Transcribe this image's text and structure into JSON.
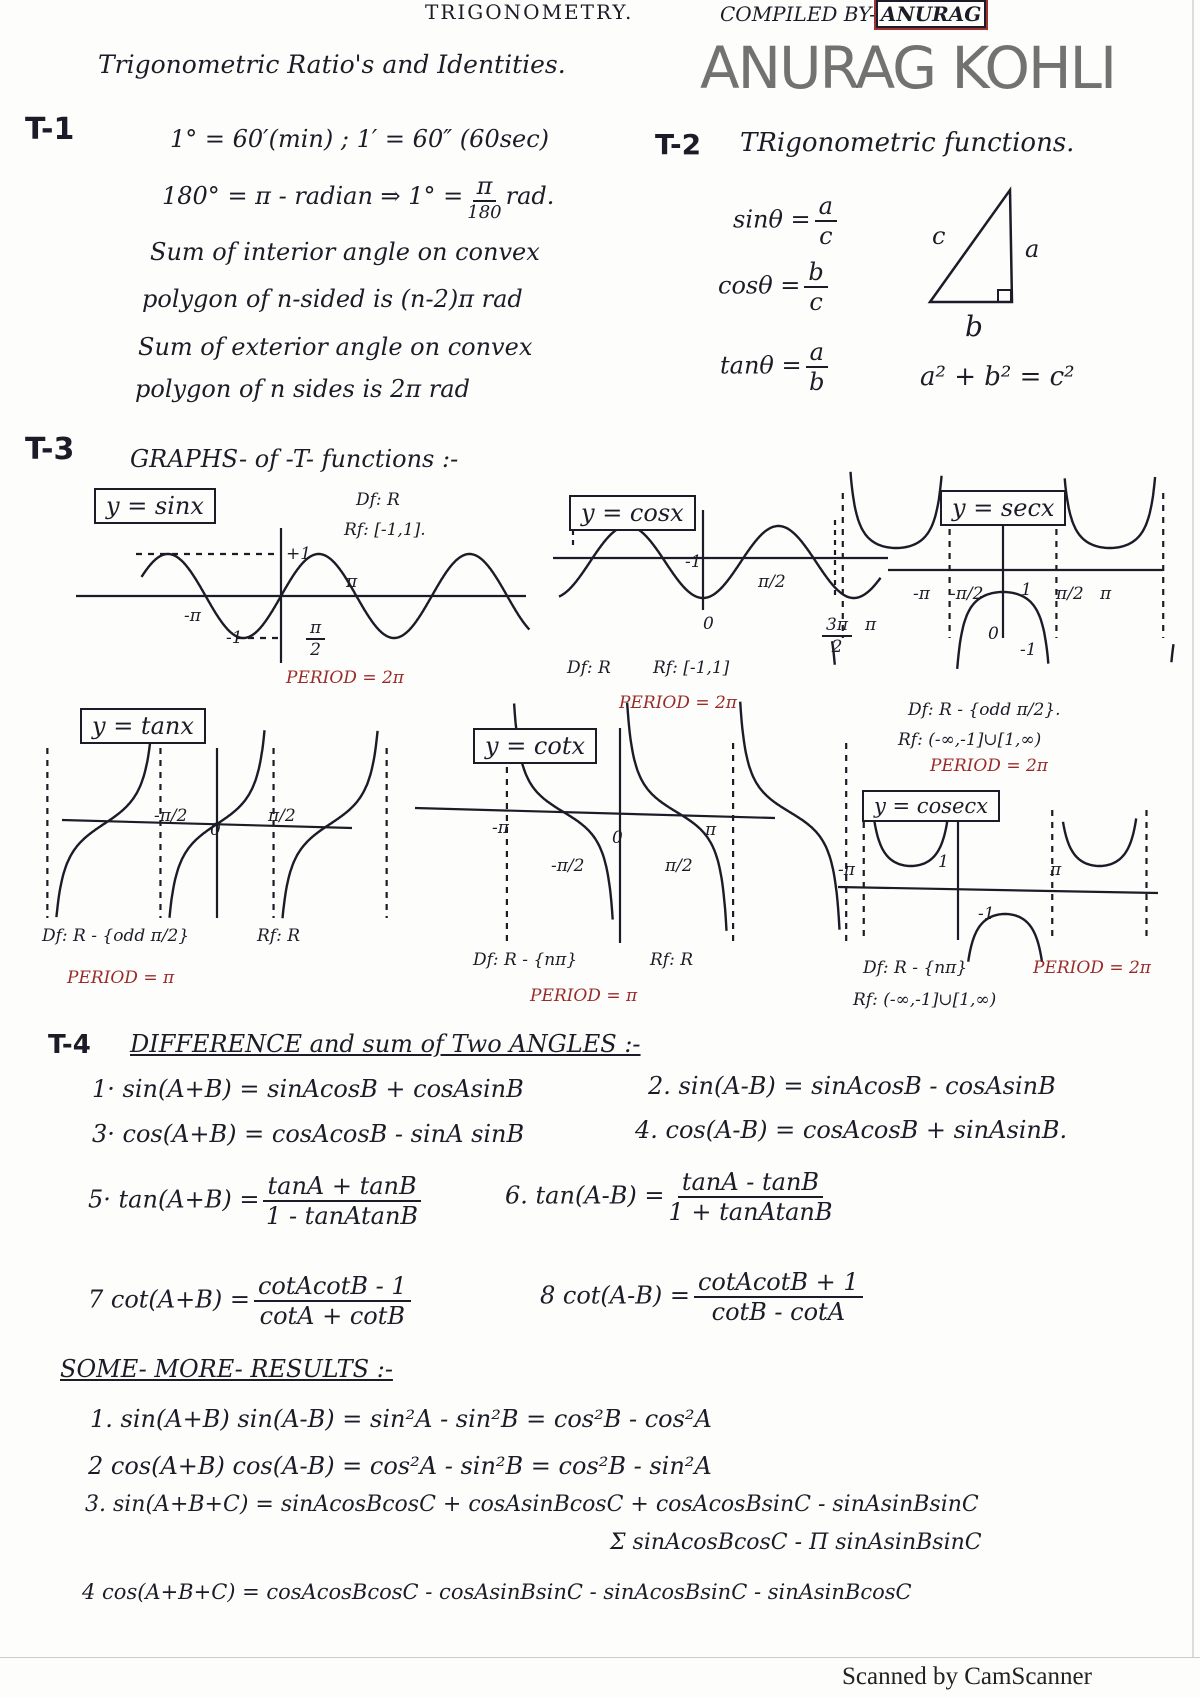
{
  "header": {
    "title": "TRIGONOMETRY.",
    "compiled_by_label": "COMPILED BY-",
    "compiled_by_name": "ANURAG",
    "watermark": "ANURAG KOHLI",
    "subtitle": "Trigonometric Ratio's and Identities."
  },
  "t1": {
    "label": "T-1",
    "line1": "1° = 60′(min) ; 1′ = 60″ (60sec)",
    "line2_a": "180° = π - radian ⇒ 1° =",
    "line2_num": "π",
    "line2_den": "180",
    "line2_b": "rad.",
    "line3": "Sum of interior angle on convex",
    "line4": "polygon of n-sided is (n-2)π rad",
    "line5": "Sum of exterior angle on convex",
    "line6": "polygon of n sides is 2π rad"
  },
  "t2": {
    "label": "T-2",
    "title": "TRigonometric functions.",
    "sin_lhs": "sinθ =",
    "sin_num": "a",
    "sin_den": "c",
    "cos_lhs": "cosθ =",
    "cos_num": "b",
    "cos_den": "c",
    "tan_lhs": "tanθ =",
    "tan_num": "a",
    "tan_den": "b",
    "side_c": "c",
    "side_a": "a",
    "side_b": "b",
    "pythagoras": "a² + b² = c²"
  },
  "t3": {
    "label": "T-3",
    "title": "GRAPHS- of -T- functions :-",
    "sin": {
      "title": "y = sinx",
      "df": "Df: R",
      "rf": "Rf: [-1,1].",
      "plus1": "+1",
      "minus1": "-1",
      "pi": "π",
      "minus_pi": "-π",
      "pi_half_num": "π",
      "pi_half_den": "2",
      "period": "PERIOD = 2π"
    },
    "cos": {
      "title": "y = cosx",
      "minus1": "-1",
      "pi_half": "π/2",
      "zero": "0",
      "three_pi_num": "3π",
      "three_pi_den": "2",
      "pi": "π",
      "df": "Df: R",
      "rf": "Rf: [-1,1]",
      "period": "PERIOD = 2π"
    },
    "sec": {
      "title": "y = secx",
      "minus_pi": "-π",
      "minus_pi_half": "-π/2",
      "one": "1",
      "pi_half": "π/2",
      "pi": "π",
      "zero": "0",
      "minus1": "-1",
      "df": "Df: R - {odd π/2}.",
      "rf": "Rf: (-∞,-1]∪[1,∞)",
      "period": "PERIOD = 2π"
    },
    "tan": {
      "title": "y = tanx",
      "minus_pi_half": "-π/2",
      "zero": "0",
      "pi_half": "π/2",
      "df": "Df: R - {odd π/2}",
      "rf": "Rf: R",
      "period": "PERIOD = π"
    },
    "cot": {
      "title": "y = cotx",
      "minus_pi": "-π",
      "zero": "0",
      "pi": "π",
      "minus_pi_half": "-π/2",
      "pi_half": "π/2",
      "df": "Df: R - {nπ}",
      "rf": "Rf: R",
      "period": "PERIOD = π"
    },
    "cosec": {
      "title": "y = cosecx",
      "minus_pi": "-π",
      "one": "1",
      "pi": "π",
      "minus1": "-1",
      "df": "Df: R - {nπ}",
      "rf": "Rf: (-∞,-1]∪[1,∞)",
      "period": "PERIOD = 2π"
    }
  },
  "t4": {
    "label": "T-4",
    "title": "DIFFERENCE and sum of Two ANGLES :-",
    "f1": "1· sin(A+B) = sinAcosB + cosAsinB",
    "f2": "2. sin(A-B) = sinAcosB - cosAsinB",
    "f3": "3· cos(A+B) = cosAcosB - sinA sinB",
    "f4": "4. cos(A-B) = cosAcosB + sinAsinB.",
    "f5_lhs": "5· tan(A+B) =",
    "f5_num": "tanA + tanB",
    "f5_den": "1 - tanAtanB",
    "f6_lhs": "6. tan(A-B) =",
    "f6_num": "tanA - tanB",
    "f6_den": "1 + tanAtanB",
    "f7_lhs": "7 cot(A+B) =",
    "f7_num": "cotAcotB - 1",
    "f7_den": "cotA + cotB",
    "f8_lhs": "8 cot(A-B) =",
    "f8_num": "cotAcotB + 1",
    "f8_den": "cotB - cotA"
  },
  "more": {
    "title": "SOME- MORE- RESULTS :-",
    "r1": "1. sin(A+B) sin(A-B) = sin²A - sin²B = cos²B - cos²A",
    "r2": "2 cos(A+B) cos(A-B) = cos²A - sin²B = cos²B - sin²A",
    "r3": "3. sin(A+B+C) = sinAcosBcosC + cosAsinBcosC + cosAcosBsinC - sinAsinBsinC",
    "r3b": "Σ sinAcosBcosC - Π sinAsinBsinC",
    "r4": "4 cos(A+B+C) = cosAcosBcosC - cosAsinBsinC - sinAcosBsinC - sinAsinBcosC"
  },
  "footer": {
    "scanner": "Scanned by CamScanner"
  },
  "colors": {
    "ink": "#1c1c28",
    "red_ink": "#9a2a2a",
    "watermark": "#3c3c3c"
  }
}
